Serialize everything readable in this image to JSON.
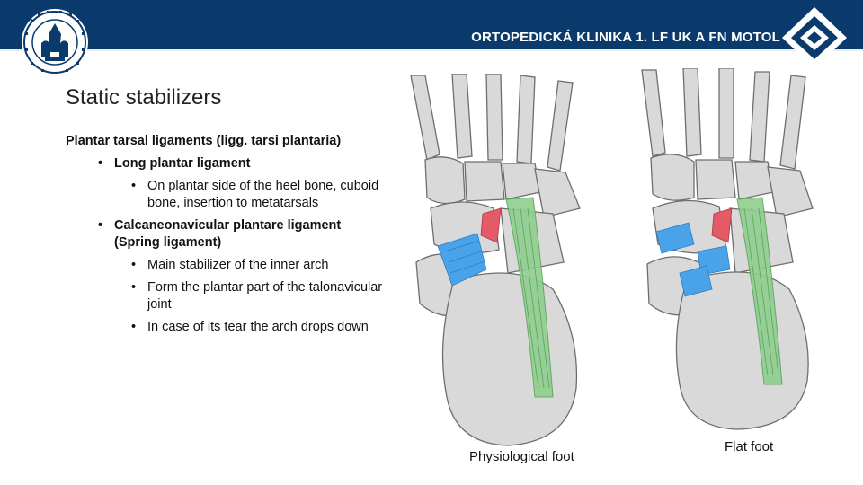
{
  "header": {
    "clinic_name": "ORTOPEDICKÁ KLINIKA 1. LF UK A FN MOTOL",
    "background_color": "#0b3a6c",
    "seal_icon": "university-seal-icon",
    "logo_icon": "diamond-logo-icon"
  },
  "slide": {
    "title": "Static stabilizers",
    "heading": "Plantar tarsal ligaments (ligg. tarsi plantaria)",
    "items": [
      {
        "level": 1,
        "text": "Long plantar ligament"
      },
      {
        "level": 2,
        "text": "On plantar side of the heel bone, cuboid bone, insertion to metatarsals"
      },
      {
        "level": 1,
        "text": "Calcaneonavicular plantare ligament (Spring ligament)"
      },
      {
        "level": 2,
        "text": "Main stabilizer of the inner arch"
      },
      {
        "level": 2,
        "text": "Form the plantar part of the talonavicular joint"
      },
      {
        "level": 2,
        "text": "In case of its tear the arch drops down"
      }
    ],
    "bullet": "•"
  },
  "figures": {
    "left_caption": "Physiological foot",
    "right_caption": "Flat foot",
    "ligament_colors": {
      "spring_ligament": "#4aa3e8",
      "long_plantar": "#8fcf8f",
      "short_plantar": "#e45a66",
      "bone": "#d9d9d9"
    }
  }
}
